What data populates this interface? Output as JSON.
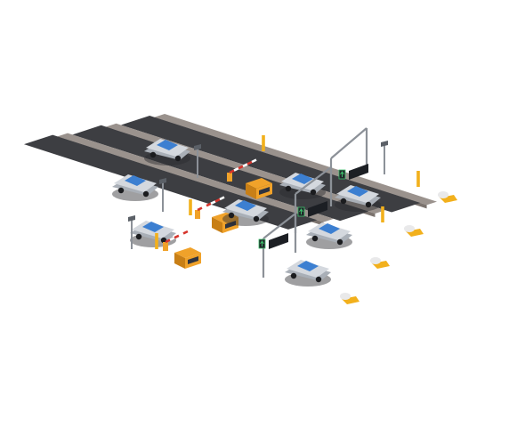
{
  "scene": {
    "background": "#ffffff",
    "colors": {
      "road": "#3d3e42",
      "road_edge": "#2a2b2e",
      "island": "#9a928d",
      "island_side": "#7b736e",
      "booth": "#f0a22a",
      "booth_dark": "#c87f16",
      "booth_window": "#2f3440",
      "car_body": "#d4d8de",
      "car_shade": "#a9afb7",
      "car_glass": "#3c7fd1",
      "pole": "#8c9198",
      "yellow": "#f2b01c",
      "gantry_sign": "#1c1f24",
      "sign_green": "#3bbf6a",
      "barrier_red": "#d6342c",
      "barrier_white": "#ffffff"
    },
    "lanes": [
      {
        "name": "lane-1",
        "lights": [
          {
            "icon": "camera-pole-icon"
          }
        ]
      },
      {
        "name": "lane-2",
        "lights": [
          {
            "icon": "camera-pole-icon"
          }
        ]
      },
      {
        "name": "lane-3",
        "lights": [
          {
            "icon": "camera-pole-icon"
          }
        ]
      }
    ],
    "gantry_signs": [
      {
        "icon": "lane-arrow-icon"
      },
      {
        "icon": "lane-arrow-icon"
      },
      {
        "icon": "lane-arrow-icon"
      }
    ],
    "cars_count_note": ""
  }
}
